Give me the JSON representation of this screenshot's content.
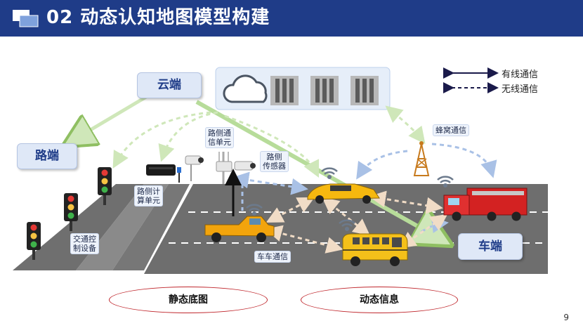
{
  "header": {
    "title": "02 动态认知地图模型构建"
  },
  "nodes": {
    "cloud": "云端",
    "roadside": "路端",
    "vehicle": "车端"
  },
  "labels": {
    "roadside_comm": "路侧通\n信单元",
    "roadside_sensor": "路侧\n传感器",
    "roadside_compute": "路侧计\n算单元",
    "traffic_control": "交通控\n制设备",
    "cellular": "蜂窝通信",
    "v2v": "车车通信"
  },
  "legend": {
    "wired": "有线通信",
    "wireless": "无线通信"
  },
  "ellipses": {
    "static_map": "静态底图",
    "dynamic_info": "动态信息"
  },
  "page_number": "9",
  "colors": {
    "header": "#1f3c88",
    "accent_red": "#c0272d",
    "green_arrow": "#9ccb6e",
    "dash_blue": "#a9c1e6"
  }
}
